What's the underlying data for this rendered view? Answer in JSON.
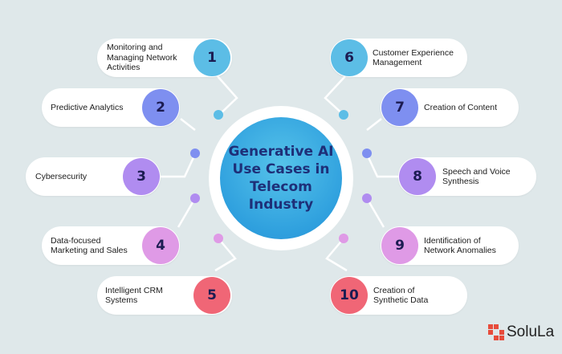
{
  "center_title": "Generative AI\nUse Cases in\nTelecom\nIndustry",
  "colors": {
    "background": "#dfe8ea",
    "center": "#2fa0de",
    "center_text": "#1e2f78",
    "blue": "#5cbde6",
    "periwinkle": "#7e8ff0",
    "violet": "#b08cf0",
    "pink": "#df9ae6",
    "red": "#f06676"
  },
  "use_cases": [
    {
      "number": "1",
      "label": "Monitoring and\nManaging Network\nActivities"
    },
    {
      "number": "2",
      "label": "Predictive Analytics"
    },
    {
      "number": "3",
      "label": "Cybersecurity"
    },
    {
      "number": "4",
      "label": "Data-focused\nMarketing and Sales"
    },
    {
      "number": "5",
      "label": "Intelligent CRM\nSystems"
    },
    {
      "number": "6",
      "label": "Customer Experience\nManagement"
    },
    {
      "number": "7",
      "label": "Creation of Content"
    },
    {
      "number": "8",
      "label": "Speech and Voice\nSynthesis"
    },
    {
      "number": "9",
      "label": "Identification of\nNetwork Anomalies"
    },
    {
      "number": "10",
      "label": "Creation of\nSynthetic Data"
    }
  ],
  "brand": {
    "name": "SoluLa"
  }
}
